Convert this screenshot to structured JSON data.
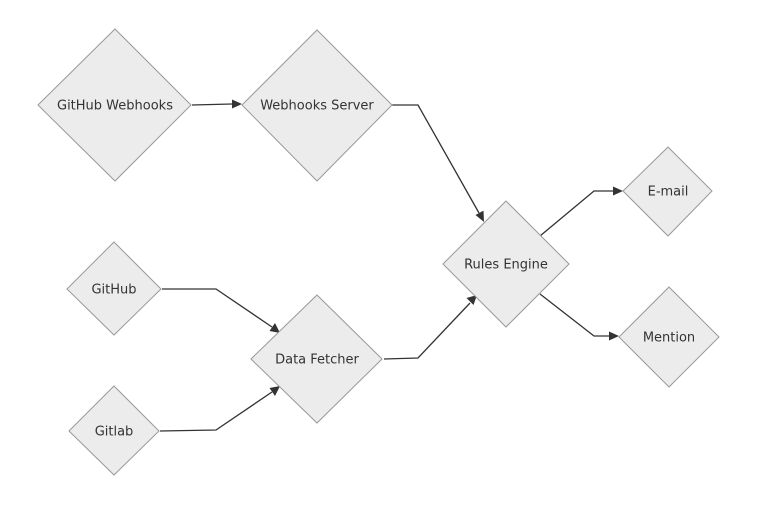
{
  "diagram": {
    "type": "flowchart",
    "nodes": [
      {
        "id": "github_webhooks",
        "label": "GitHub Webhooks"
      },
      {
        "id": "webhooks_server",
        "label": "Webhooks Server"
      },
      {
        "id": "github",
        "label": "GitHub"
      },
      {
        "id": "gitlab",
        "label": "Gitlab"
      },
      {
        "id": "data_fetcher",
        "label": "Data Fetcher"
      },
      {
        "id": "rules_engine",
        "label": "Rules Engine"
      },
      {
        "id": "email",
        "label": "E-mail"
      },
      {
        "id": "mention",
        "label": "Mention"
      }
    ],
    "edges": [
      {
        "from": "github_webhooks",
        "to": "webhooks_server"
      },
      {
        "from": "webhooks_server",
        "to": "rules_engine"
      },
      {
        "from": "github",
        "to": "data_fetcher"
      },
      {
        "from": "gitlab",
        "to": "data_fetcher"
      },
      {
        "from": "data_fetcher",
        "to": "rules_engine"
      },
      {
        "from": "rules_engine",
        "to": "email"
      },
      {
        "from": "rules_engine",
        "to": "mention"
      }
    ],
    "colors": {
      "node_fill": "#ececec",
      "node_stroke": "#999999",
      "edge": "#333333",
      "text": "#333333"
    }
  }
}
